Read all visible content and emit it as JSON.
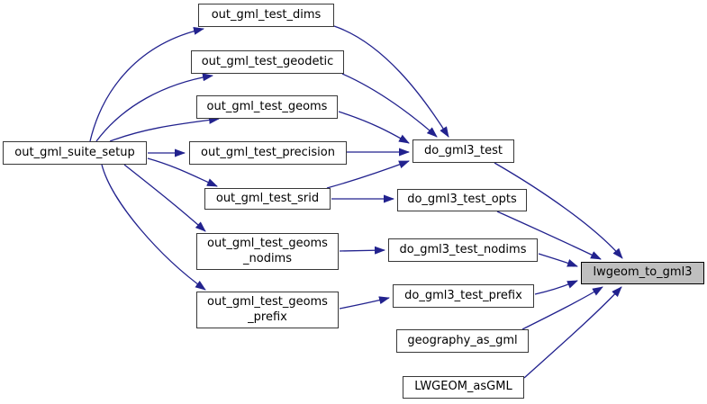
{
  "diagram": {
    "kind": "doxygen-call-graph",
    "background_color": "#ffffff",
    "edge_color": "#22228e",
    "node_border_color": "#383838",
    "highlight_fill": "#bfbfbf",
    "highlighted_node": "lwgeom_to_gml3",
    "nodes": [
      {
        "id": "suite_setup",
        "label": "out_gml_suite_setup",
        "lines": [
          "out_gml_suite_setup"
        ],
        "highlighted": false
      },
      {
        "id": "test_dims",
        "label": "out_gml_test_dims",
        "lines": [
          "out_gml_test_dims"
        ],
        "highlighted": false
      },
      {
        "id": "test_geodetic",
        "label": "out_gml_test_geodetic",
        "lines": [
          "out_gml_test_geodetic"
        ],
        "highlighted": false
      },
      {
        "id": "test_geoms",
        "label": "out_gml_test_geoms",
        "lines": [
          "out_gml_test_geoms"
        ],
        "highlighted": false
      },
      {
        "id": "test_precision",
        "label": "out_gml_test_precision",
        "lines": [
          "out_gml_test_precision"
        ],
        "highlighted": false
      },
      {
        "id": "test_srid",
        "label": "out_gml_test_srid",
        "lines": [
          "out_gml_test_srid"
        ],
        "highlighted": false
      },
      {
        "id": "test_geoms_nodims",
        "label": "out_gml_test_geoms_nodims",
        "lines": [
          "out_gml_test_geoms",
          "_nodims"
        ],
        "highlighted": false
      },
      {
        "id": "test_geoms_prefix",
        "label": "out_gml_test_geoms_prefix",
        "lines": [
          "out_gml_test_geoms",
          "_prefix"
        ],
        "highlighted": false
      },
      {
        "id": "do_test",
        "label": "do_gml3_test",
        "lines": [
          "do_gml3_test"
        ],
        "highlighted": false
      },
      {
        "id": "do_opts",
        "label": "do_gml3_test_opts",
        "lines": [
          "do_gml3_test_opts"
        ],
        "highlighted": false
      },
      {
        "id": "do_nodims",
        "label": "do_gml3_test_nodims",
        "lines": [
          "do_gml3_test_nodims"
        ],
        "highlighted": false
      },
      {
        "id": "do_prefix",
        "label": "do_gml3_test_prefix",
        "lines": [
          "do_gml3_test_prefix"
        ],
        "highlighted": false
      },
      {
        "id": "geography_as_gml",
        "label": "geography_as_gml",
        "lines": [
          "geography_as_gml"
        ],
        "highlighted": false
      },
      {
        "id": "lwgeom_asgml",
        "label": "LWGEOM_asGML",
        "lines": [
          "LWGEOM_asGML"
        ],
        "highlighted": false
      },
      {
        "id": "lwgeom_to_gml3",
        "label": "lwgeom_to_gml3",
        "lines": [
          "lwgeom_to_gml3"
        ],
        "highlighted": true
      }
    ],
    "edges": [
      {
        "from": "suite_setup",
        "to": "test_dims"
      },
      {
        "from": "suite_setup",
        "to": "test_geodetic"
      },
      {
        "from": "suite_setup",
        "to": "test_geoms"
      },
      {
        "from": "suite_setup",
        "to": "test_precision"
      },
      {
        "from": "suite_setup",
        "to": "test_srid"
      },
      {
        "from": "suite_setup",
        "to": "test_geoms_nodims"
      },
      {
        "from": "suite_setup",
        "to": "test_geoms_prefix"
      },
      {
        "from": "test_dims",
        "to": "do_test"
      },
      {
        "from": "test_geodetic",
        "to": "do_test"
      },
      {
        "from": "test_geoms",
        "to": "do_test"
      },
      {
        "from": "test_precision",
        "to": "do_test"
      },
      {
        "from": "test_srid",
        "to": "do_test"
      },
      {
        "from": "test_srid",
        "to": "do_opts"
      },
      {
        "from": "test_geoms_nodims",
        "to": "do_nodims"
      },
      {
        "from": "test_geoms_prefix",
        "to": "do_prefix"
      },
      {
        "from": "do_test",
        "to": "lwgeom_to_gml3"
      },
      {
        "from": "do_opts",
        "to": "lwgeom_to_gml3"
      },
      {
        "from": "do_nodims",
        "to": "lwgeom_to_gml3"
      },
      {
        "from": "do_prefix",
        "to": "lwgeom_to_gml3"
      },
      {
        "from": "geography_as_gml",
        "to": "lwgeom_to_gml3"
      },
      {
        "from": "lwgeom_asgml",
        "to": "lwgeom_to_gml3"
      }
    ]
  }
}
